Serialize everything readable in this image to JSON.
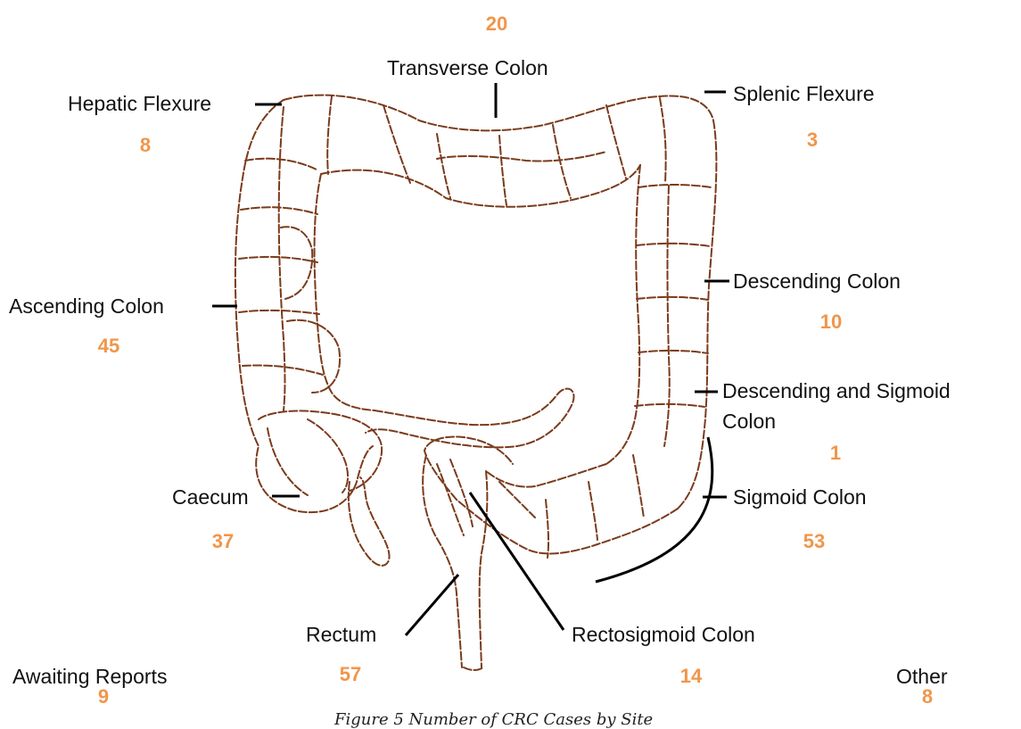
{
  "diagram": {
    "regions": {
      "transverse": {
        "label": "Transverse Colon",
        "count": "20"
      },
      "hepatic": {
        "label": "Hepatic Flexure",
        "count": "8"
      },
      "splenic": {
        "label": "Splenic Flexure",
        "count": "3"
      },
      "ascending": {
        "label": "Ascending Colon",
        "count": "45"
      },
      "descending": {
        "label": "Descending Colon",
        "count": "10"
      },
      "desc_sigmoid": {
        "label_line1": "Descending and Sigmoid",
        "label_line2": "Colon",
        "count": "1"
      },
      "caecum": {
        "label": "Caecum",
        "count": "37"
      },
      "sigmoid": {
        "label": "Sigmoid Colon",
        "count": "53"
      },
      "rectum": {
        "label": "Rectum",
        "count": "57"
      },
      "rectosigmoid": {
        "label": "Rectosigmoid Colon",
        "count": "14"
      },
      "awaiting": {
        "label": "Awaiting Reports",
        "count": "9"
      },
      "other": {
        "label": "Other",
        "count": "8"
      }
    },
    "caption": "Figure 5 Number of CRC Cases by Site",
    "colors": {
      "count": "#f0964a",
      "outline": "#7a3b1c",
      "leader": "#000000"
    }
  }
}
